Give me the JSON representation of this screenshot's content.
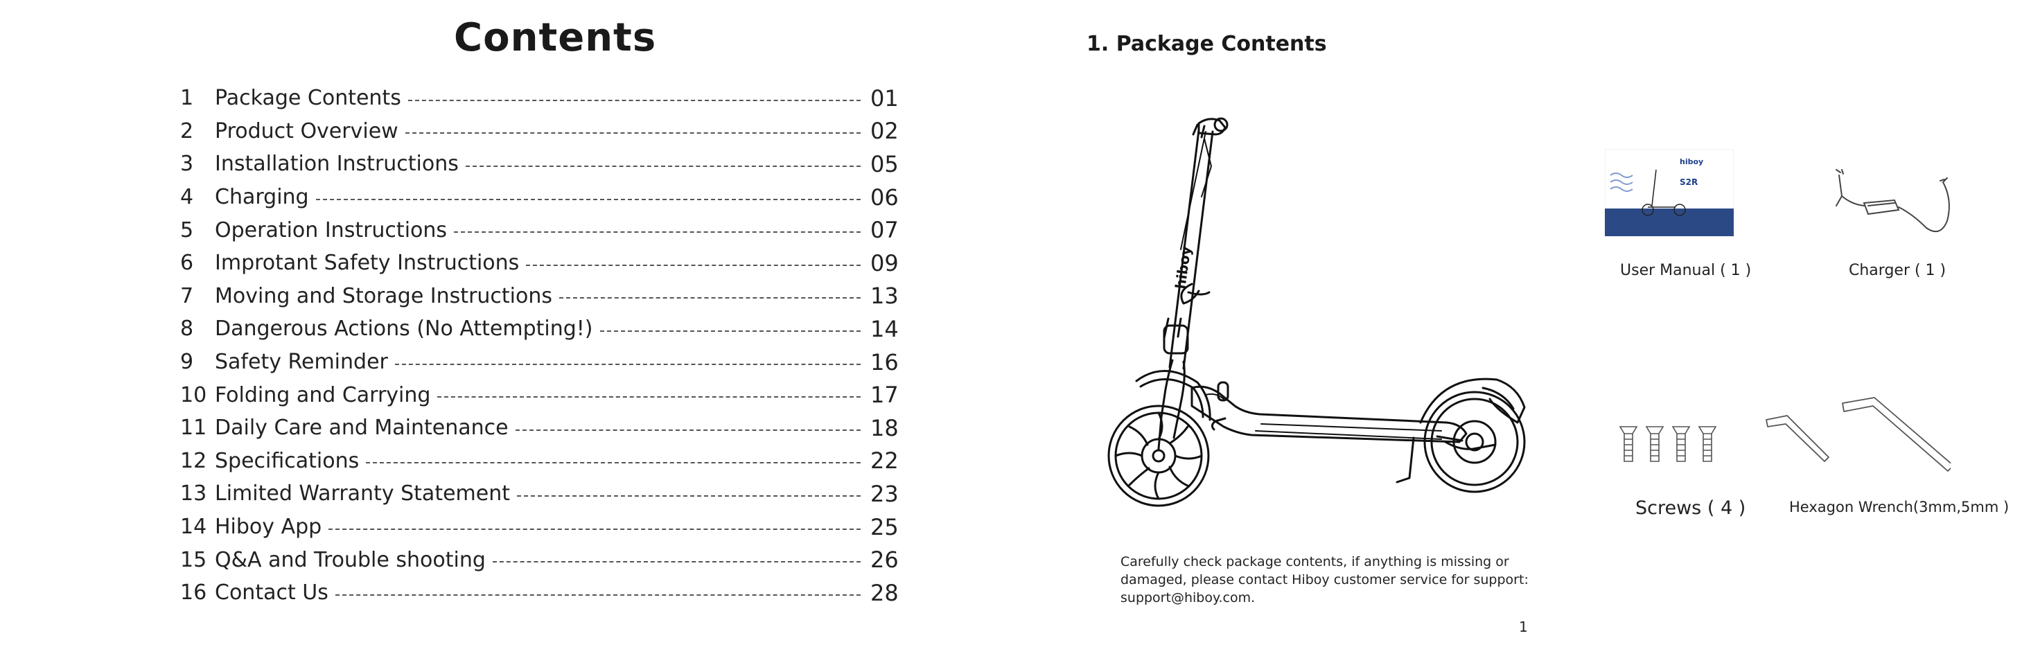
{
  "contents": {
    "title": "Contents",
    "items": [
      {
        "num": "1",
        "label": "Package Contents",
        "page": "01"
      },
      {
        "num": "2",
        "label": "Product Overview",
        "page": "02"
      },
      {
        "num": "3",
        "label": "Installation Instructions",
        "page": "05"
      },
      {
        "num": "4",
        "label": "Charging",
        "page": "06"
      },
      {
        "num": "5",
        "label": "Operation Instructions",
        "page": "07"
      },
      {
        "num": "6",
        "label": "Improtant Safety Instructions",
        "page": "09"
      },
      {
        "num": "7",
        "label": "Moving and Storage Instructions",
        "page": "13"
      },
      {
        "num": "8",
        "label": "Dangerous Actions (No Attempting!)",
        "page": "14"
      },
      {
        "num": "9",
        "label": "Safety Reminder",
        "page": "16"
      },
      {
        "num": "10",
        "label": "Folding and Carrying",
        "page": "17"
      },
      {
        "num": "11",
        "label": "Daily Care and Maintenance",
        "page": "18"
      },
      {
        "num": "12",
        "label": "Specifications",
        "page": "22"
      },
      {
        "num": "13",
        "label": "Limited Warranty Statement",
        "page": "23"
      },
      {
        "num": "14",
        "label": "Hiboy App",
        "page": "25"
      },
      {
        "num": "15",
        "label": "Q&A and Trouble shooting",
        "page": "26"
      },
      {
        "num": "16",
        "label": "Contact Us",
        "page": "28"
      }
    ]
  },
  "package": {
    "title": "1. Package Contents",
    "scooter_brand": "hiboy",
    "manual_brand": "hiboy",
    "manual_model": "S2R",
    "manual_cover_color": "#2b4a85",
    "items": {
      "manual": "User Manual ( 1 )",
      "charger": "Charger ( 1 )",
      "screws": "Screws  ( 4 )",
      "wrench": "Hexagon Wrench(3mm,5mm )"
    },
    "note": "Carefully check package contents, if anything is missing or damaged, please contact Hiboy customer service for support: support@hiboy.com.",
    "page_number": "1"
  }
}
